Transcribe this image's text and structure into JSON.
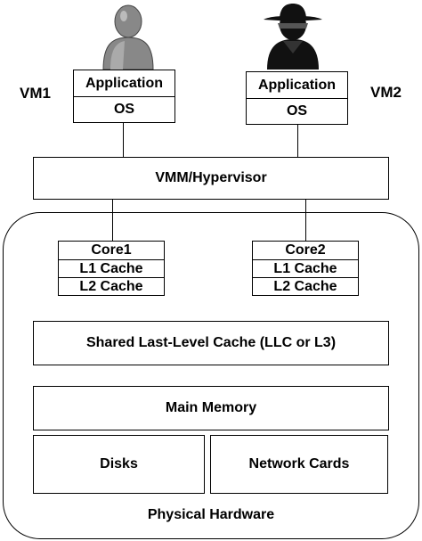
{
  "vm1": {
    "label": "VM1",
    "app": "Application",
    "os": "OS",
    "user_icon": "user-icon"
  },
  "vm2": {
    "label": "VM2",
    "app": "Application",
    "os": "OS",
    "user_icon": "attacker-icon"
  },
  "hypervisor": "VMM/Hypervisor",
  "core1": {
    "core": "Core1",
    "l1": "L1 Cache",
    "l2": "L2 Cache"
  },
  "core2": {
    "core": "Core2",
    "l1": "L1 Cache",
    "l2": "L2 Cache"
  },
  "llc": "Shared Last-Level Cache (LLC or L3)",
  "memory": "Main Memory",
  "disks": "Disks",
  "network": "Network Cards",
  "hardware": "Physical Hardware"
}
